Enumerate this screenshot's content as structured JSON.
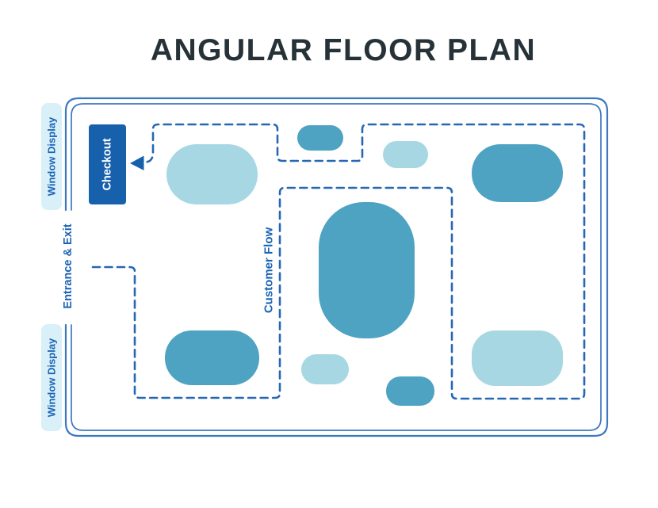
{
  "title": "ANGULAR FLOOR PLAN",
  "labels": {
    "window_display_top": "Window Display",
    "window_display_bottom": "Window Display",
    "entrance_exit": "Entrance & Exit",
    "checkout": "Checkout",
    "customer_flow": "Customer Flow"
  },
  "colors": {
    "title_text": "#263238",
    "wall_stroke": "#3D78BE",
    "flow_dash": "#2667B4",
    "label_text": "#1B63B4",
    "panel_fill": "#D9F0F9",
    "checkout_fill": "#1760AC",
    "checkout_text": "#FFFFFF",
    "arrow_fill": "#1760AC",
    "fixture_teal": "#4FA3C2",
    "fixture_light": "#A6D7E2"
  }
}
